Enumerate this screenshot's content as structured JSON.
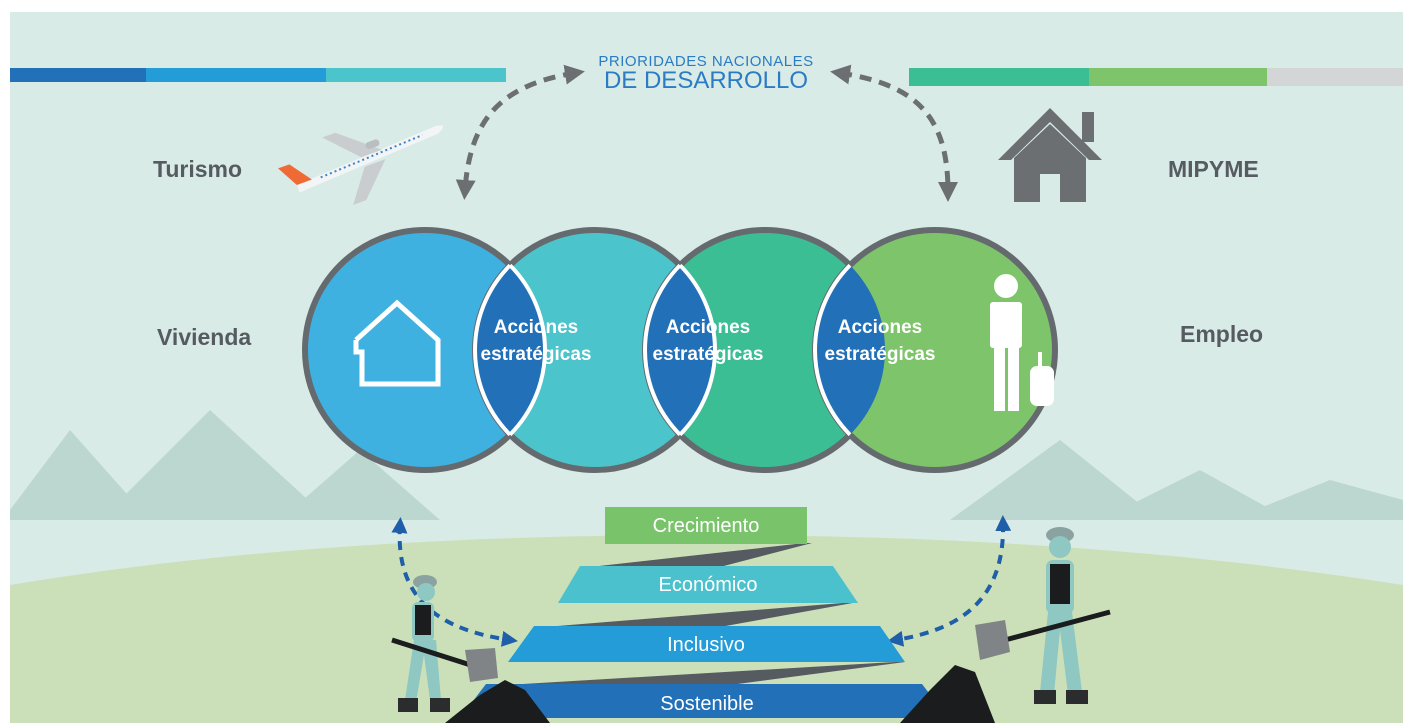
{
  "title": {
    "line1": "PRIORIDADES NACIONALES",
    "line2": "DE DESARROLLO"
  },
  "labels": {
    "turismo": "Turismo",
    "vivienda": "Vivienda",
    "mipyme": "MIPYME",
    "empleo": "Empleo"
  },
  "lenses": [
    {
      "line1": "Acciones",
      "line2": "estratégicas"
    },
    {
      "line1": "Acciones",
      "line2": "estratégicas"
    },
    {
      "line1": "Acciones",
      "line2": "estratégicas"
    }
  ],
  "steps": [
    {
      "label": "Crecimiento"
    },
    {
      "label": "Económico"
    },
    {
      "label": "Inclusivo"
    },
    {
      "label": "Sostenible"
    }
  ],
  "colors": {
    "background": "#d9ebe6",
    "ground": "#cbe0b8",
    "mountains": "#bcd6d0",
    "circle_1": "#3fb1e0",
    "circle_2": "#4bc4cb",
    "circle_3": "#3cbe94",
    "circle_4": "#7ec46a",
    "lens": "#2271b8",
    "outline": "#656a6f",
    "step_1": "#79c36a",
    "step_2": "#4bc1cd",
    "step_3": "#239cd8",
    "step_4": "#2271b8",
    "zigzag": "#555b60",
    "arrow_gray": "#6b6f72",
    "arrow_blue": "#1f5ea8"
  },
  "icons": [
    "airplane-icon",
    "house-solid-icon",
    "house-outline-icon",
    "person-luggage-icon",
    "worker-left-icon",
    "worker-right-icon"
  ]
}
